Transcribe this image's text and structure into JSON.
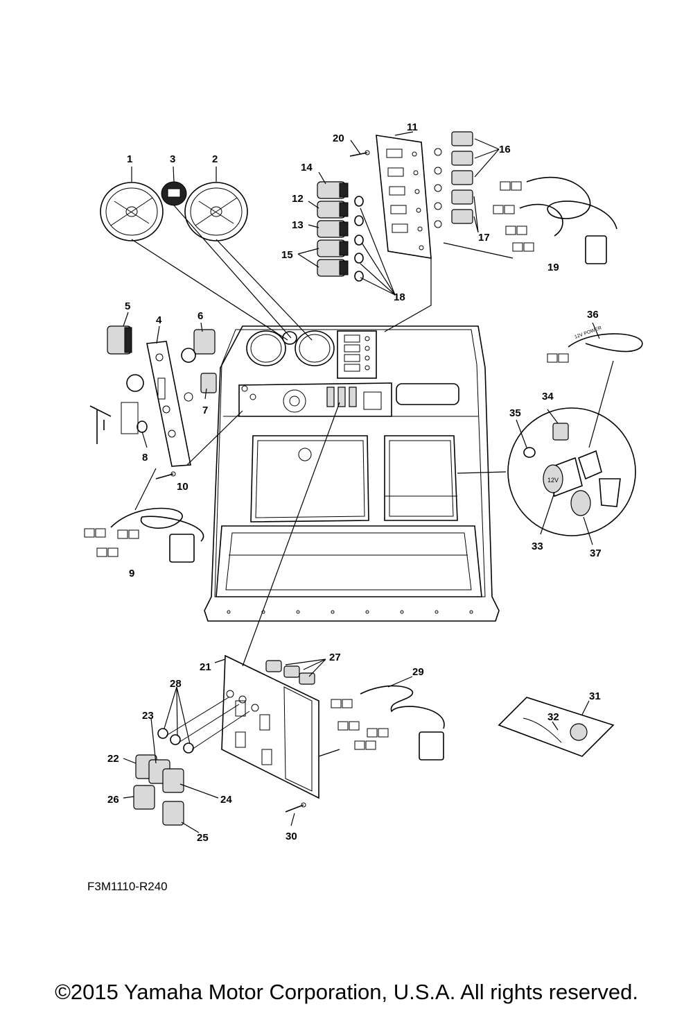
{
  "diagram": {
    "code": "F3M1110-R240",
    "copyright": "©2015 Yamaha Motor Corporation, U.S.A. All rights reserved.",
    "callouts": {
      "c1": "1",
      "c2": "2",
      "c3": "3",
      "c4": "4",
      "c5": "5",
      "c6": "6",
      "c7": "7",
      "c8": "8",
      "c9": "9",
      "c10": "10",
      "c11": "11",
      "c12": "12",
      "c13": "13",
      "c14": "14",
      "c15": "15",
      "c16": "16",
      "c17": "17",
      "c18": "18",
      "c19": "19",
      "c20": "20",
      "c21": "21",
      "c22": "22",
      "c23": "23",
      "c24": "24",
      "c25": "25",
      "c26": "26",
      "c27": "27",
      "c28": "28",
      "c29": "29",
      "c30": "30",
      "c31": "31",
      "c32": "32",
      "c33": "33",
      "c34": "34",
      "c35": "35",
      "c36": "36",
      "c37": "37"
    },
    "labels": {
      "power_tag": "12V POWER",
      "socket_mark": "12V"
    }
  }
}
